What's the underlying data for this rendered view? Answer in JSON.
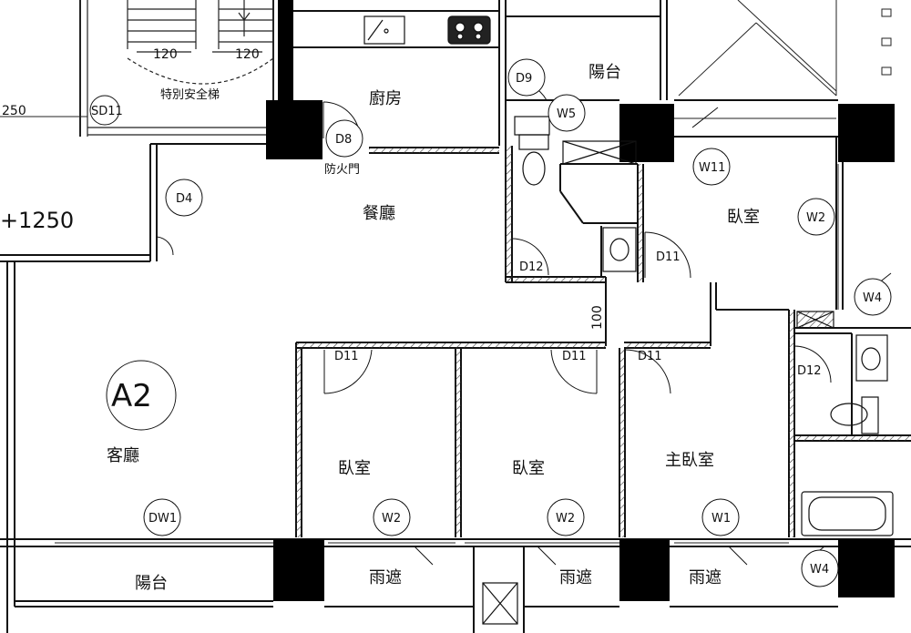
{
  "unit_id": "A2",
  "dimensions": {
    "stair_left": "120",
    "stair_right": "120",
    "offset_top": "250",
    "offset_left": "+1250",
    "corridor": "100"
  },
  "stair_label": "特別安全梯",
  "fire_door_label": "防火門",
  "rooms": {
    "kitchen": "廚房",
    "dining": "餐廳",
    "living": "客廳",
    "balcony_top": "陽台",
    "balcony_bottom": "陽台",
    "bedroom_ne": "臥室",
    "bedroom_1": "臥室",
    "bedroom_2": "臥室",
    "master_bedroom": "主臥室",
    "awning_1": "雨遮",
    "awning_2": "雨遮",
    "awning_3": "雨遮"
  },
  "tags": {
    "sd11": "SD11",
    "d4": "D4",
    "d8": "D8",
    "d9": "D9",
    "w5": "W5",
    "w11": "W11",
    "w2_ne": "W2",
    "d12_a": "D12",
    "d11_a": "D11",
    "w4_a": "W4",
    "d11_b": "D11",
    "d11_c": "D11",
    "d11_d": "D11",
    "d12_b": "D12",
    "dw1": "DW1",
    "w2_a": "W2",
    "w2_b": "W2",
    "w1": "W1",
    "w4_b": "W4"
  }
}
